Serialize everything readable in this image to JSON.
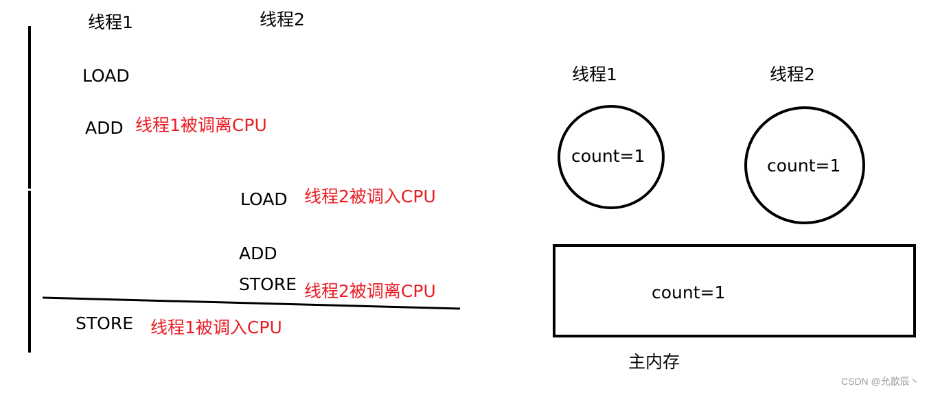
{
  "timeline": {
    "thread1_header": "线程1",
    "thread2_header": "线程2",
    "steps": [
      {
        "instr": "LOAD",
        "note": ""
      },
      {
        "instr": "ADD",
        "note": "线程1被调离CPU"
      },
      {
        "instr": "LOAD",
        "note": "线程2被调入CPU"
      },
      {
        "instr": "ADD",
        "note": ""
      },
      {
        "instr": "STORE",
        "note": "线程2被调离CPU"
      },
      {
        "instr": "STORE",
        "note": "线程1被调入CPU"
      }
    ]
  },
  "memory": {
    "thread1_label": "线程1",
    "thread2_label": "线程2",
    "thread1_value": "count=1",
    "thread2_value": "count=1",
    "main_value": "count=1",
    "main_label": "主内存"
  },
  "watermark": "CSDN @允歆辰丶",
  "colors": {
    "note": "#ea1c24",
    "stroke": "#000000"
  }
}
